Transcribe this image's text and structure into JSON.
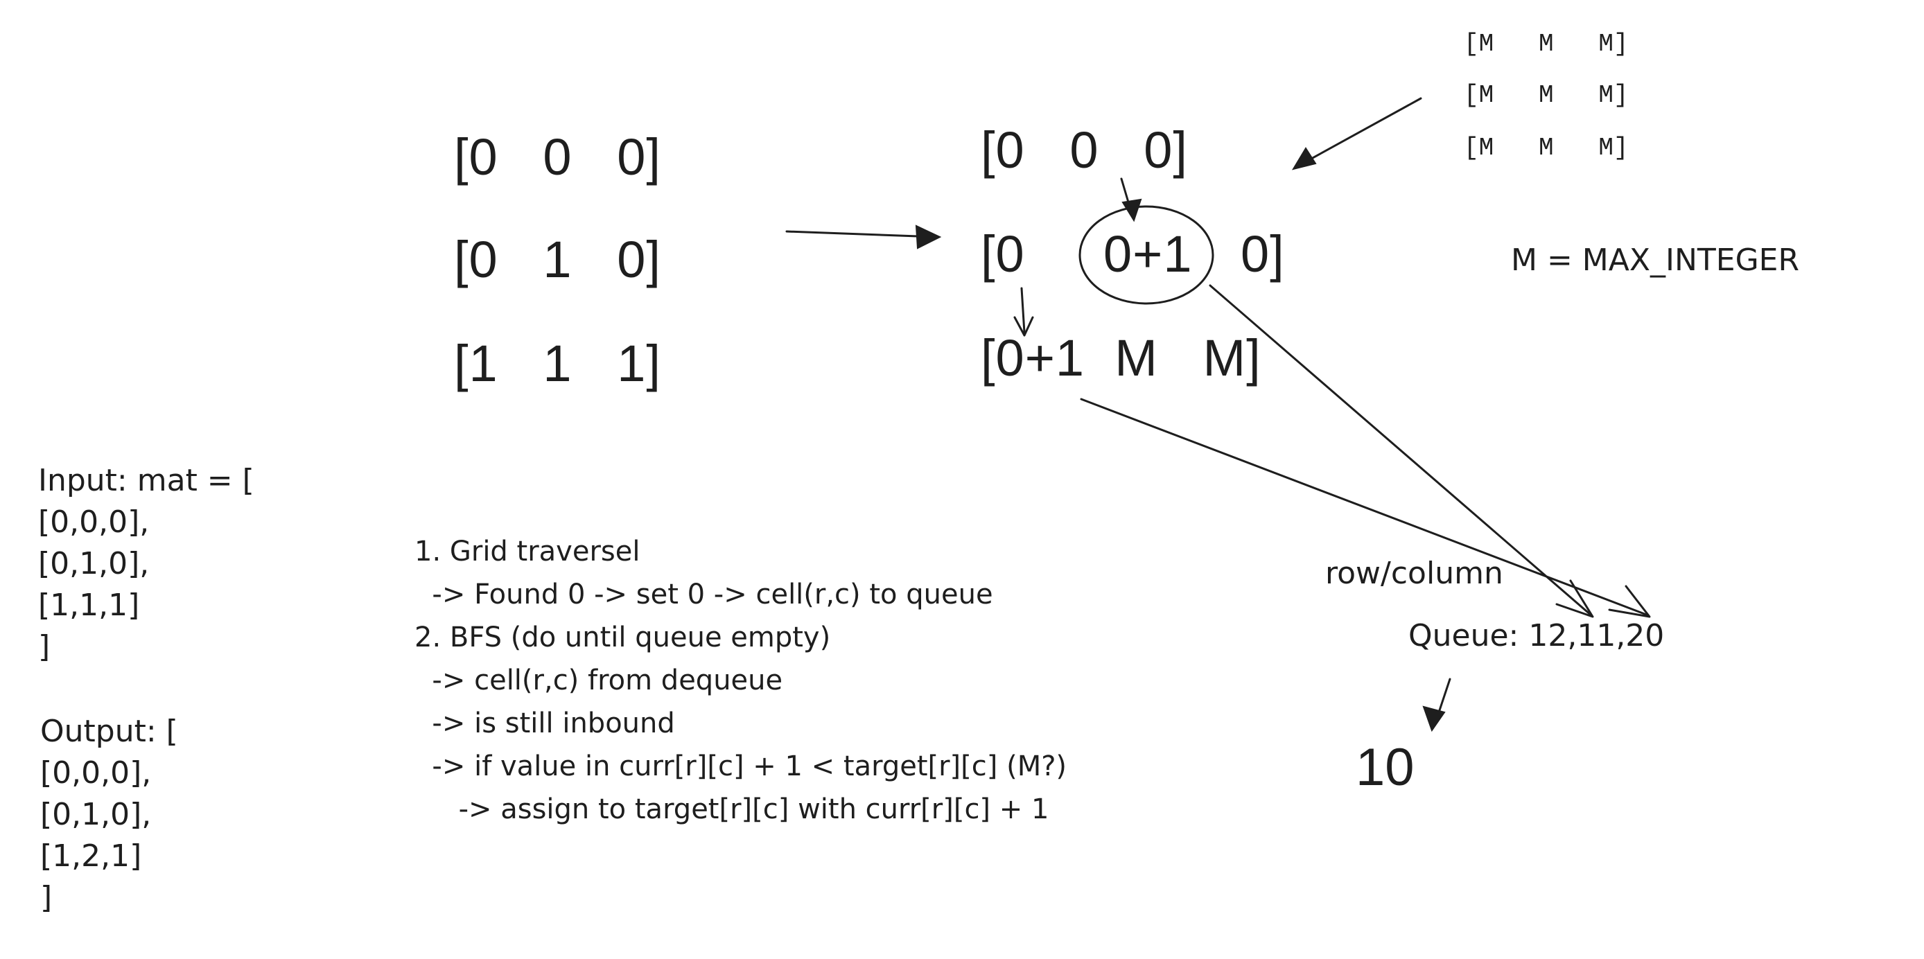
{
  "input_matrix": {
    "rows": [
      "[0   0   0]",
      "[0   1   0]",
      "[1   1   1]"
    ]
  },
  "initial_matrix": {
    "rows": [
      "[M   M   M]",
      "[M   M   M]",
      "[M   M   M]"
    ]
  },
  "working_matrix": {
    "row1": "[0   0   0]",
    "row2_left": "[0",
    "row2_center": "0+1",
    "row2_right": "0]",
    "row3": "[0+1  M   M]"
  },
  "legend": {
    "m_definition": "M = MAX_INTEGER"
  },
  "example": {
    "input_lines": [
      "Input: mat = [",
      "[0,0,0],",
      "[0,1,0],",
      "[1,1,1]",
      "]"
    ],
    "output_lines": [
      "Output: [",
      "[0,0,0],",
      "[0,1,0],",
      "[1,2,1]",
      "]"
    ]
  },
  "algorithm": {
    "lines": [
      "1. Grid traversel",
      "  -> Found 0 -> set 0 -> cell(r,c) to queue",
      "2. BFS (do until queue empty)",
      "  -> cell(r,c) from dequeue",
      "  -> is still inbound",
      "  -> if value in curr[r][c] + 1 < target[r][c] (M?)",
      "     -> assign to target[r][c] with curr[r][c] + 1"
    ]
  },
  "queue_panel": {
    "header": "row/column",
    "queue_text": "Queue: 12,11,20",
    "dequeued_value": "10"
  },
  "colors": {
    "ink": "#1e1e1e",
    "background": "#ffffff"
  }
}
